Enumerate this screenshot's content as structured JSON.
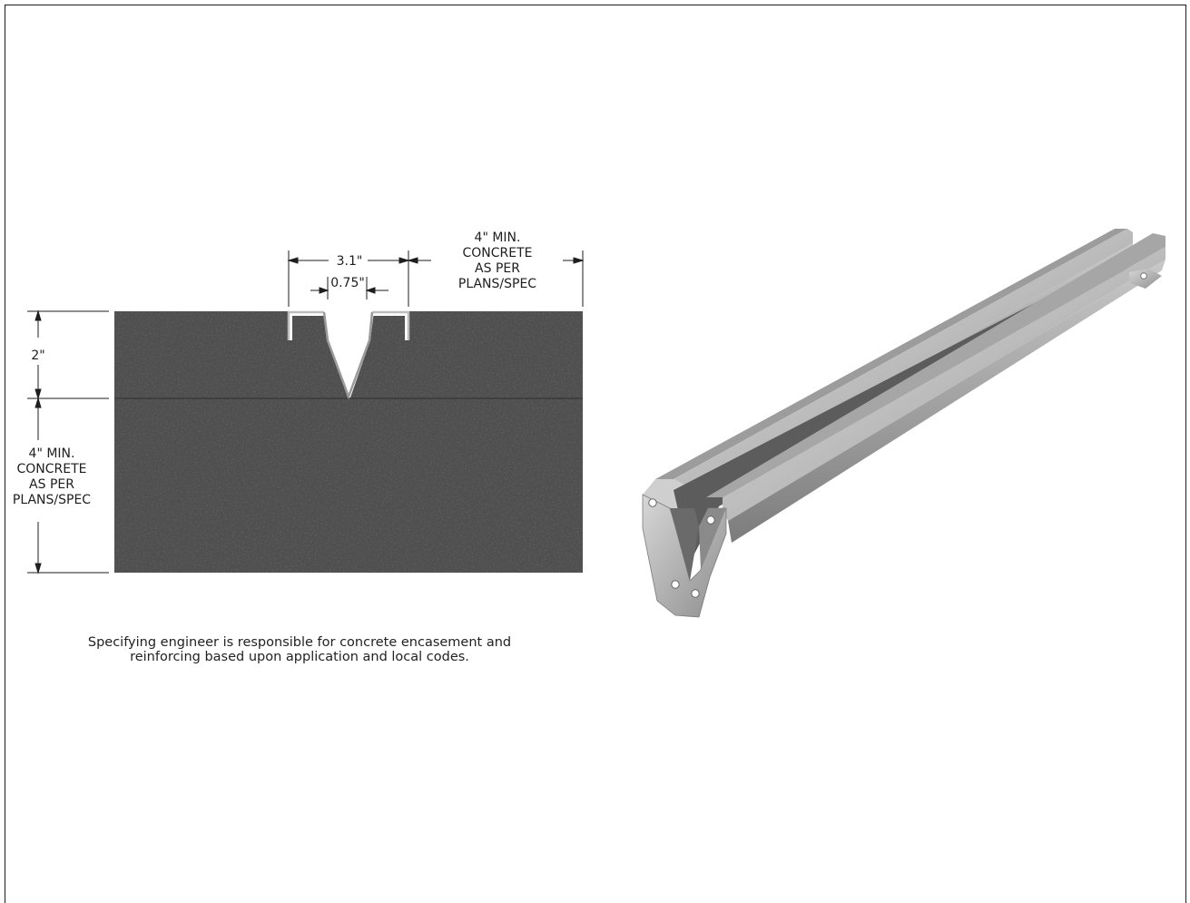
{
  "left_panel": {
    "dimensions": {
      "overall_width": "3.1\"",
      "throat_width": "0.75\"",
      "depth": "2\"",
      "concrete_side": [
        "4\" MIN.",
        "CONCRETE",
        "AS PER",
        "PLANS/SPEC"
      ],
      "concrete_below": [
        "4\" MIN.",
        "CONCRETE",
        "AS PER",
        "PLANS/SPEC"
      ]
    },
    "note_lines": [
      "Specifying engineer is responsible for concrete encasement and",
      "reinforcing based upon application and local codes."
    ]
  },
  "colors": {
    "border": "#1c1c1c",
    "concrete": "#4f4f4f",
    "channel_metal": "#b9b9b9"
  }
}
